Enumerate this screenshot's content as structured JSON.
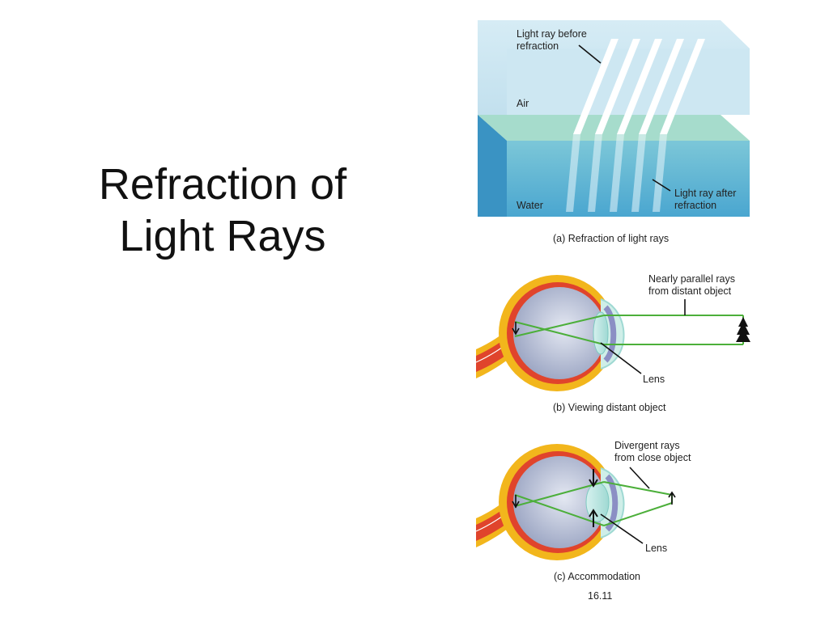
{
  "slide": {
    "title_line1": "Refraction of",
    "title_line2": "Light Rays"
  },
  "panel_a": {
    "label_before_line1": "Light ray before",
    "label_before_line2": "refraction",
    "label_air": "Air",
    "label_water": "Water",
    "label_after_line1": "Light ray after",
    "label_after_line2": "refraction",
    "caption": "(a) Refraction of light rays"
  },
  "panel_b": {
    "label_rays_line1": "Nearly parallel rays",
    "label_rays_line2": "from distant object",
    "label_lens": "Lens",
    "caption": "(b) Viewing distant object"
  },
  "panel_c": {
    "label_rays_line1": "Divergent rays",
    "label_rays_line2": "from close object",
    "label_lens": "Lens",
    "caption": "(c) Accommodation"
  },
  "figure_number": "16.11",
  "colors": {
    "air": "#c5e3f0",
    "water_top": "#a6dccc",
    "water": "#5ab4d6",
    "ray": "#4caf3a",
    "sclera": "#f2b61c",
    "retina": "#e0442c",
    "eyeball": "#c5cde0"
  }
}
